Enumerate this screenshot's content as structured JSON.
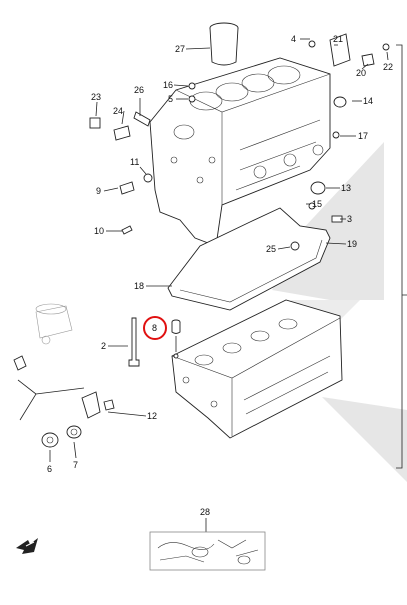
{
  "diagram": {
    "callouts": [
      "27",
      "4",
      "21",
      "20",
      "22",
      "16",
      "5",
      "26",
      "23",
      "24",
      "14",
      "17",
      "11",
      "9",
      "13",
      "15",
      "3",
      "10",
      "25",
      "19",
      "18",
      "8",
      "2",
      "12",
      "6",
      "7",
      "28"
    ],
    "highlighted_callout": "8",
    "highlight_color": "#e01010",
    "watermark_color": "#e6e6e6",
    "fwd_arrow_icon": "forward-arrow-icon"
  }
}
